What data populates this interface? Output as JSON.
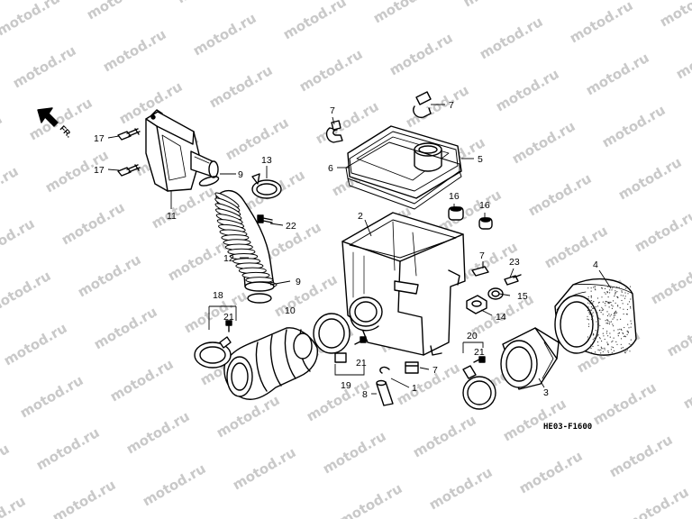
{
  "diagram": {
    "code": "HE03-F1600",
    "direction_label": "FR.",
    "watermark_text": "motod.ru",
    "callouts": {
      "c1": "1",
      "c2": "2",
      "c3": "3",
      "c4": "4",
      "c5": "5",
      "c6": "6",
      "c7a": "7",
      "c7b": "7",
      "c7c": "7",
      "c7d": "7",
      "c8": "8",
      "c9a": "9",
      "c9b": "9",
      "c10": "10",
      "c11": "11",
      "c12": "12",
      "c13": "13",
      "c14": "14",
      "c15": "15",
      "c16a": "16",
      "c16b": "16",
      "c17a": "17",
      "c17b": "17",
      "c18": "18",
      "c19": "19",
      "c20": "20",
      "c21a": "21",
      "c21b": "21",
      "c21c": "21",
      "c22": "22",
      "c23": "23"
    },
    "colors": {
      "line": "#000000",
      "watermark": "#c9c9c9",
      "background": "#ffffff"
    }
  }
}
